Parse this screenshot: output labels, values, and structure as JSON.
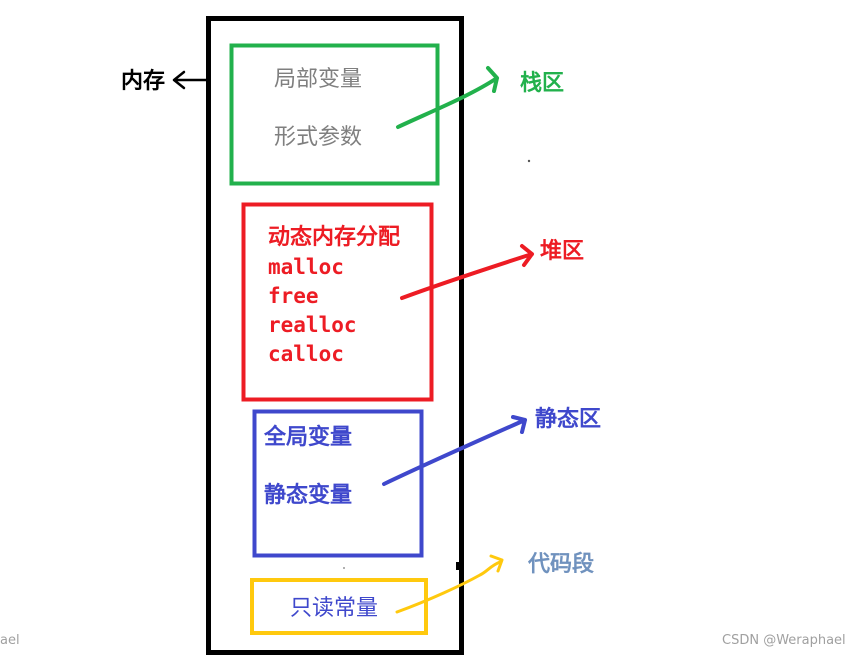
{
  "diagram": {
    "memory_label": "内存",
    "stack": {
      "items": [
        "局部变量",
        "形式参数"
      ],
      "region_label": "栈区"
    },
    "heap": {
      "items": [
        "动态内存分配",
        "malloc",
        "free",
        "realloc",
        "calloc"
      ],
      "region_label": "堆区"
    },
    "static": {
      "items": [
        "全局变量",
        "静态变量"
      ],
      "region_label": "静态区"
    },
    "code": {
      "items": [
        "只读常量"
      ],
      "region_label": "代码段"
    }
  },
  "watermark": {
    "left_fragment": "ael",
    "right": "CSDN @Weraphael"
  },
  "colors": {
    "outline": "#000000",
    "stack": "#22b14c",
    "stack_text": "#7f7f7f",
    "heap": "#ed1c24",
    "static": "#3f48cc",
    "code": "#ffc90e",
    "code_label": "#7092be"
  }
}
